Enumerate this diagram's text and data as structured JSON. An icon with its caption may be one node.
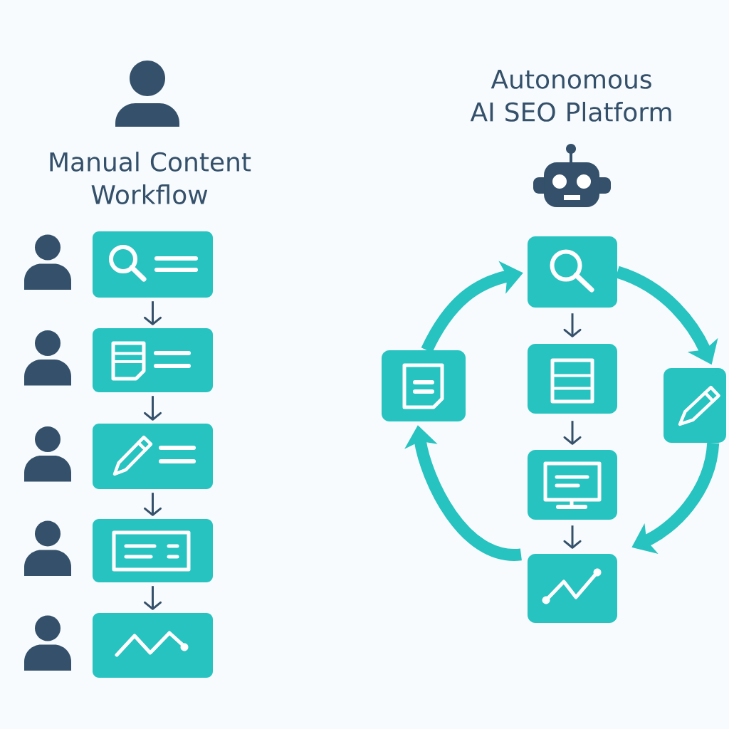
{
  "diagram": {
    "nodes": [
      {
        "text": [],
        "shape": "box"
      },
      {
        "text": [],
        "shape": "box"
      },
      {
        "text": [],
        "shape": "box"
      },
      {
        "text": [],
        "shape": "box"
      },
      {
        "text": [],
        "shape": "box"
      },
      {
        "text": [],
        "shape": "box"
      },
      {
        "text": [],
        "shape": "box"
      },
      {
        "text": [],
        "shape": "box"
      },
      {
        "text": [],
        "shape": "box"
      },
      {
        "text": [],
        "shape": "box"
      },
      {
        "text": [],
        "shape": "box"
      }
    ],
    "edges": [
      {
        "from": 0,
        "to": 1,
        "arrow": "to"
      },
      {
        "from": 1,
        "to": 2,
        "arrow": "to"
      },
      {
        "from": 2,
        "to": 3,
        "arrow": "to"
      },
      {
        "from": 3,
        "to": 4,
        "arrow": "to"
      },
      {
        "from": 5,
        "to": 7,
        "arrow": "to"
      },
      {
        "from": 7,
        "to": 9,
        "arrow": "to"
      },
      {
        "from": 9,
        "to": 10,
        "arrow": "to"
      },
      {
        "from": 5,
        "to": 8,
        "arrow": "to",
        "style": "thick",
        "color": "#27c3c0"
      },
      {
        "from": 8,
        "to": 10,
        "arrow": "to",
        "style": "thick",
        "color": "#27c3c0"
      },
      {
        "from": 10,
        "to": 6,
        "arrow": "to",
        "style": "thick",
        "color": "#27c3c0"
      },
      {
        "from": 6,
        "to": 5,
        "arrow": "to",
        "style": "thick",
        "color": "#27c3c0"
      }
    ],
    "labels": [
      "Manual Content Workflow",
      "Autonomous AI SEO Platform"
    ]
  }
}
